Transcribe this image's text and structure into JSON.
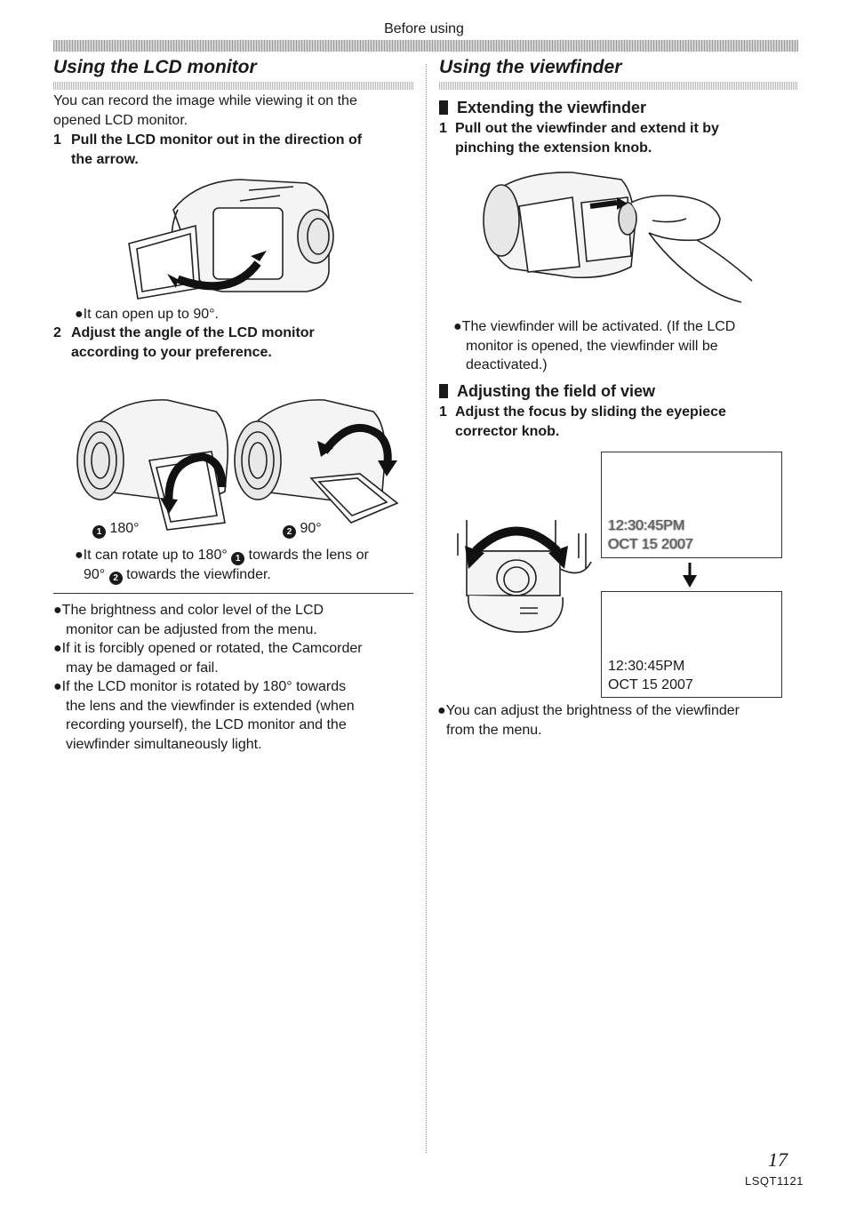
{
  "header": {
    "running_head": "Before using"
  },
  "left": {
    "title": "Using the LCD monitor",
    "intro": [
      "You can record the image while viewing it on the",
      "opened LCD monitor."
    ],
    "step1": {
      "num": "1",
      "lines": [
        "Pull the LCD monitor out in the direction of",
        "the arrow."
      ]
    },
    "note1": "It can open up to 90°.",
    "step2": {
      "num": "2",
      "lines": [
        "Adjust the angle of the LCD monitor",
        "according to your preference."
      ]
    },
    "label_a": "180°",
    "label_b": "90°",
    "rotate_note": {
      "l1a": "It can rotate up to 180°",
      "l1b": "towards the lens or",
      "l2a": "90°",
      "l2b": "towards the viewfinder."
    },
    "circle1": "1",
    "circle2": "2",
    "notes": [
      [
        "The brightness and color level of the LCD",
        "monitor can be adjusted from the menu."
      ],
      [
        "If it is forcibly opened or rotated, the Camcorder",
        "may be damaged or fail."
      ],
      [
        "If the LCD monitor is rotated by 180° towards",
        "the lens and the viewfinder is extended (when",
        "recording yourself), the LCD monitor and the",
        "viewfinder simultaneously light."
      ]
    ]
  },
  "right": {
    "title": "Using the viewfinder",
    "sub1": "Extending the viewfinder",
    "step1": {
      "num": "1",
      "lines": [
        "Pull out the viewfinder and extend it by",
        "pinching the extension knob."
      ]
    },
    "note1": [
      "The viewfinder will be activated. (If the LCD",
      "monitor is opened, the viewfinder will be",
      "deactivated.)"
    ],
    "sub2": "Adjusting the field of view",
    "step2": {
      "num": "1",
      "lines": [
        "Adjust the focus by sliding the eyepiece",
        "corrector knob."
      ]
    },
    "blurry": {
      "time": "12:30:45PM",
      "date": "OCT 15 2007"
    },
    "sharp": {
      "time": "12:30:45PM",
      "date": "OCT 15 2007"
    },
    "note2": [
      "You can adjust the brightness of the viewfinder",
      "from the menu."
    ]
  },
  "footer": {
    "page_number": "17",
    "model_code": "LSQT1121"
  }
}
